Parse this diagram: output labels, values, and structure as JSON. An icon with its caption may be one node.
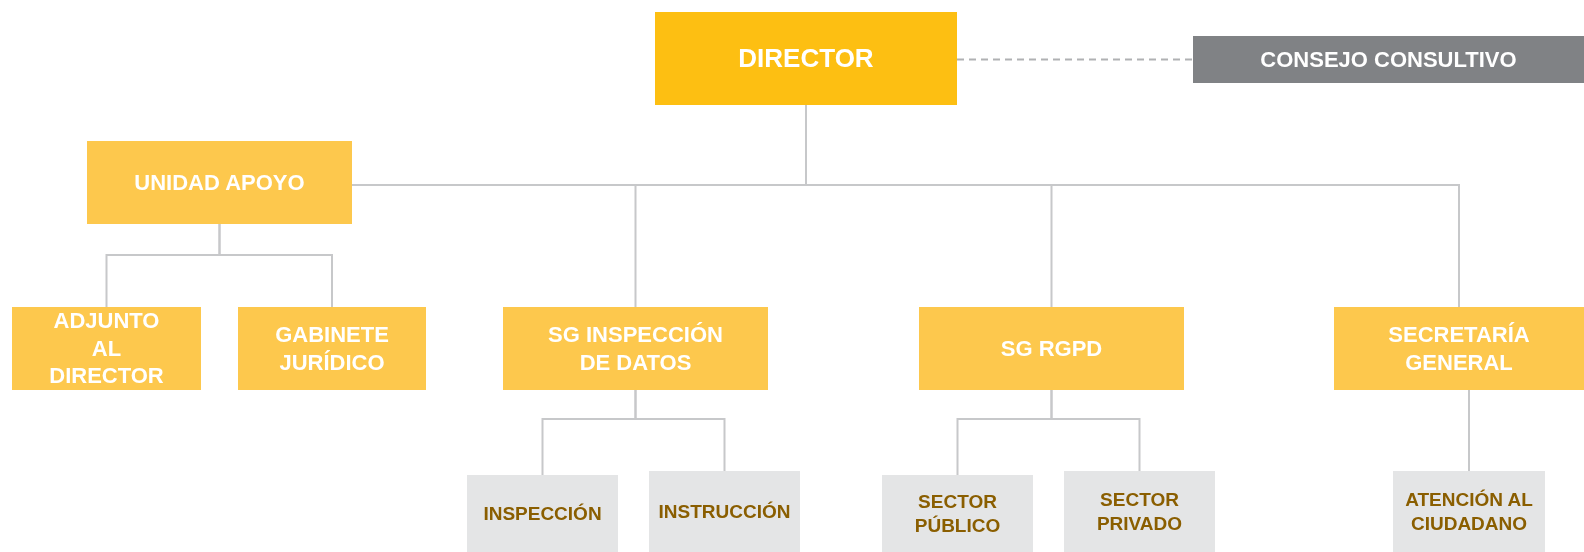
{
  "diagram": {
    "nodes": [
      {
        "text": [
          "DIRECTOR"
        ]
      },
      {
        "text": [
          "CONSEJO CONSULTIVO"
        ]
      },
      {
        "text": [
          "UNIDAD APOYO"
        ]
      },
      {
        "text": [
          "ADJUNTO AL DIRECTOR"
        ]
      },
      {
        "text": [
          "GABINETE JURÍDICO"
        ]
      },
      {
        "text": [
          "SG INSPECCIÓN DE DATOS"
        ]
      },
      {
        "text": [
          "SG RGPD"
        ]
      },
      {
        "text": [
          "SECRETARÍA GENERAL"
        ]
      },
      {
        "text": [
          "INSPECCIÓN"
        ]
      },
      {
        "text": [
          "INSTRUCCIÓN"
        ]
      },
      {
        "text": [
          "SECTOR PÚBLICO"
        ]
      },
      {
        "text": [
          "SECTOR PRIVADO"
        ]
      },
      {
        "text": [
          "ATENCIÓN AL CIUDADANO"
        ]
      }
    ],
    "edges": [
      {
        "from": 0,
        "to": 1,
        "arrow": "none",
        "style": "dashed"
      },
      {
        "from": 0,
        "to": 2,
        "arrow": "none"
      },
      {
        "from": 0,
        "to": 5,
        "arrow": "none"
      },
      {
        "from": 0,
        "to": 6,
        "arrow": "none"
      },
      {
        "from": 0,
        "to": 7,
        "arrow": "none"
      },
      {
        "from": 2,
        "to": 3,
        "arrow": "none"
      },
      {
        "from": 2,
        "to": 4,
        "arrow": "none"
      },
      {
        "from": 5,
        "to": 8,
        "arrow": "none"
      },
      {
        "from": 5,
        "to": 9,
        "arrow": "none"
      },
      {
        "from": 6,
        "to": 10,
        "arrow": "none"
      },
      {
        "from": 6,
        "to": 11,
        "arrow": "none"
      },
      {
        "from": 7,
        "to": 12,
        "arrow": "none"
      }
    ]
  }
}
